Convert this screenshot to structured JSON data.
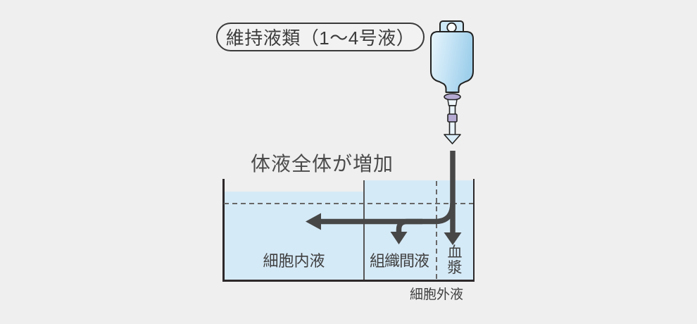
{
  "diagram": {
    "title": "維持液類（1〜4号液）",
    "annotation": "体液全体が増加",
    "iv_bag": {
      "description": "iv-drip-bag-with-tube-and-drop-arrow"
    },
    "compartments": {
      "intracellular": "細胞内液",
      "interstitial": "組織間液",
      "plasma": "血漿",
      "extracellular": "細胞外液"
    },
    "flow_arrows": [
      "infusion-into-plasma",
      "plasma-to-interstitial",
      "plasma-to-intracellular"
    ],
    "colors": {
      "background": "#efefef",
      "fluid": "#d5eaf7",
      "arrow": "#474747",
      "tank_wall": "#2d282a",
      "dashed_line": "#686868",
      "bag_fill_light": "#e6f4fc",
      "bag_fill_dark": "#9ecfeb",
      "bag_cap_purple": "#b5aad2",
      "title_border": "#3a3a3a",
      "text": "#3f3f3f"
    }
  }
}
